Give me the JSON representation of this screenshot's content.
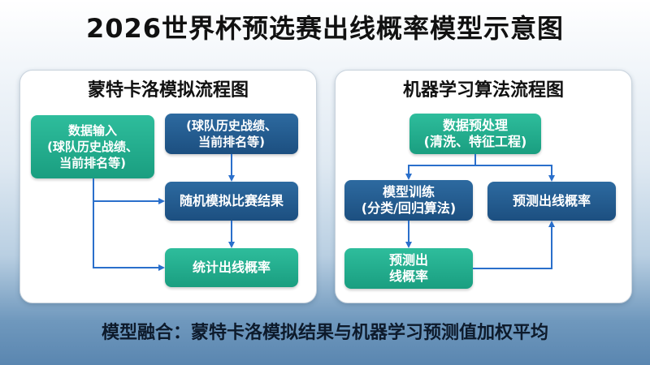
{
  "title": "2026世界杯预选赛出线概率模型示意图",
  "left_panel": {
    "title": "蒙特卡洛模拟流程图",
    "data_input": "数据输入\n(球队历史战绩、\n当前排名等)",
    "history": "(球队历史战绩、\n当前排名等)",
    "simulate": "随机模拟比赛结果",
    "stats": "统计出线概率"
  },
  "right_panel": {
    "title": "机器学习算法流程图",
    "preprocess": "数据预处理\n(清洗、特征工程)",
    "train": "模型训练\n(分类/回归算法)",
    "predict_upper": "预测出线概率",
    "predict_lower": "预测出\n线概率"
  },
  "footer": "模型融合：蒙特卡洛模拟结果与机器学习预测值加权平均",
  "colors": {
    "green": "#1fa98a",
    "blue": "#1f5a8e",
    "arrow": "#2a6fcb"
  }
}
